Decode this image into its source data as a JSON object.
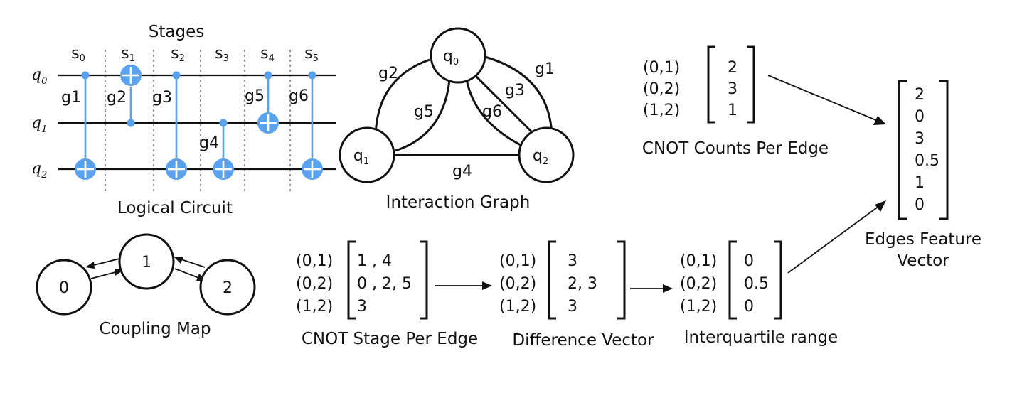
{
  "circuit": {
    "stages_title": "Stages",
    "stages": [
      {
        "base": "s",
        "sub": "0"
      },
      {
        "base": "s",
        "sub": "1"
      },
      {
        "base": "s",
        "sub": "2"
      },
      {
        "base": "s",
        "sub": "3"
      },
      {
        "base": "s",
        "sub": "4"
      },
      {
        "base": "s",
        "sub": "5"
      }
    ],
    "qubits": [
      {
        "base": "q",
        "sub": "0"
      },
      {
        "base": "q",
        "sub": "1"
      },
      {
        "base": "q",
        "sub": "2"
      }
    ],
    "gates": [
      "g1",
      "g2",
      "g3",
      "g4",
      "g5",
      "g6"
    ],
    "caption": "Logical Circuit",
    "accent": "#5aa2ee"
  },
  "interaction": {
    "nodes": [
      {
        "base": "q",
        "sub": "0"
      },
      {
        "base": "q",
        "sub": "1"
      },
      {
        "base": "q",
        "sub": "2"
      }
    ],
    "edge_labels": [
      "g1",
      "g2",
      "g3",
      "g4",
      "g5",
      "g6"
    ],
    "caption": "Interaction Graph"
  },
  "coupling": {
    "nodes": [
      "0",
      "1",
      "2"
    ],
    "caption": "Coupling Map"
  },
  "cnot_counts": {
    "edges": [
      "(0,1)",
      "(0,2)",
      "(1,2)"
    ],
    "values": [
      "2",
      "3",
      "1"
    ],
    "caption": "CNOT Counts Per Edge"
  },
  "stage_per_edge": {
    "edges": [
      "(0,1)",
      "(0,2)",
      "(1,2)"
    ],
    "values": [
      "1 , 4",
      "0 , 2, 5",
      "3"
    ],
    "caption": "CNOT Stage Per Edge"
  },
  "difference": {
    "edges": [
      "(0,1)",
      "(0,2)",
      "(1,2)"
    ],
    "values": [
      "3",
      "2, 3",
      "3"
    ],
    "caption": "Difference Vector"
  },
  "iqr": {
    "edges": [
      "(0,1)",
      "(0,2)",
      "(1,2)"
    ],
    "values": [
      "0",
      "0.5",
      "0"
    ],
    "caption": "Interquartile range"
  },
  "feature_vector": {
    "values": [
      "2",
      "0",
      "3",
      "0.5",
      "1",
      "0"
    ],
    "caption_line1": "Edges Feature",
    "caption_line2": "Vector"
  }
}
